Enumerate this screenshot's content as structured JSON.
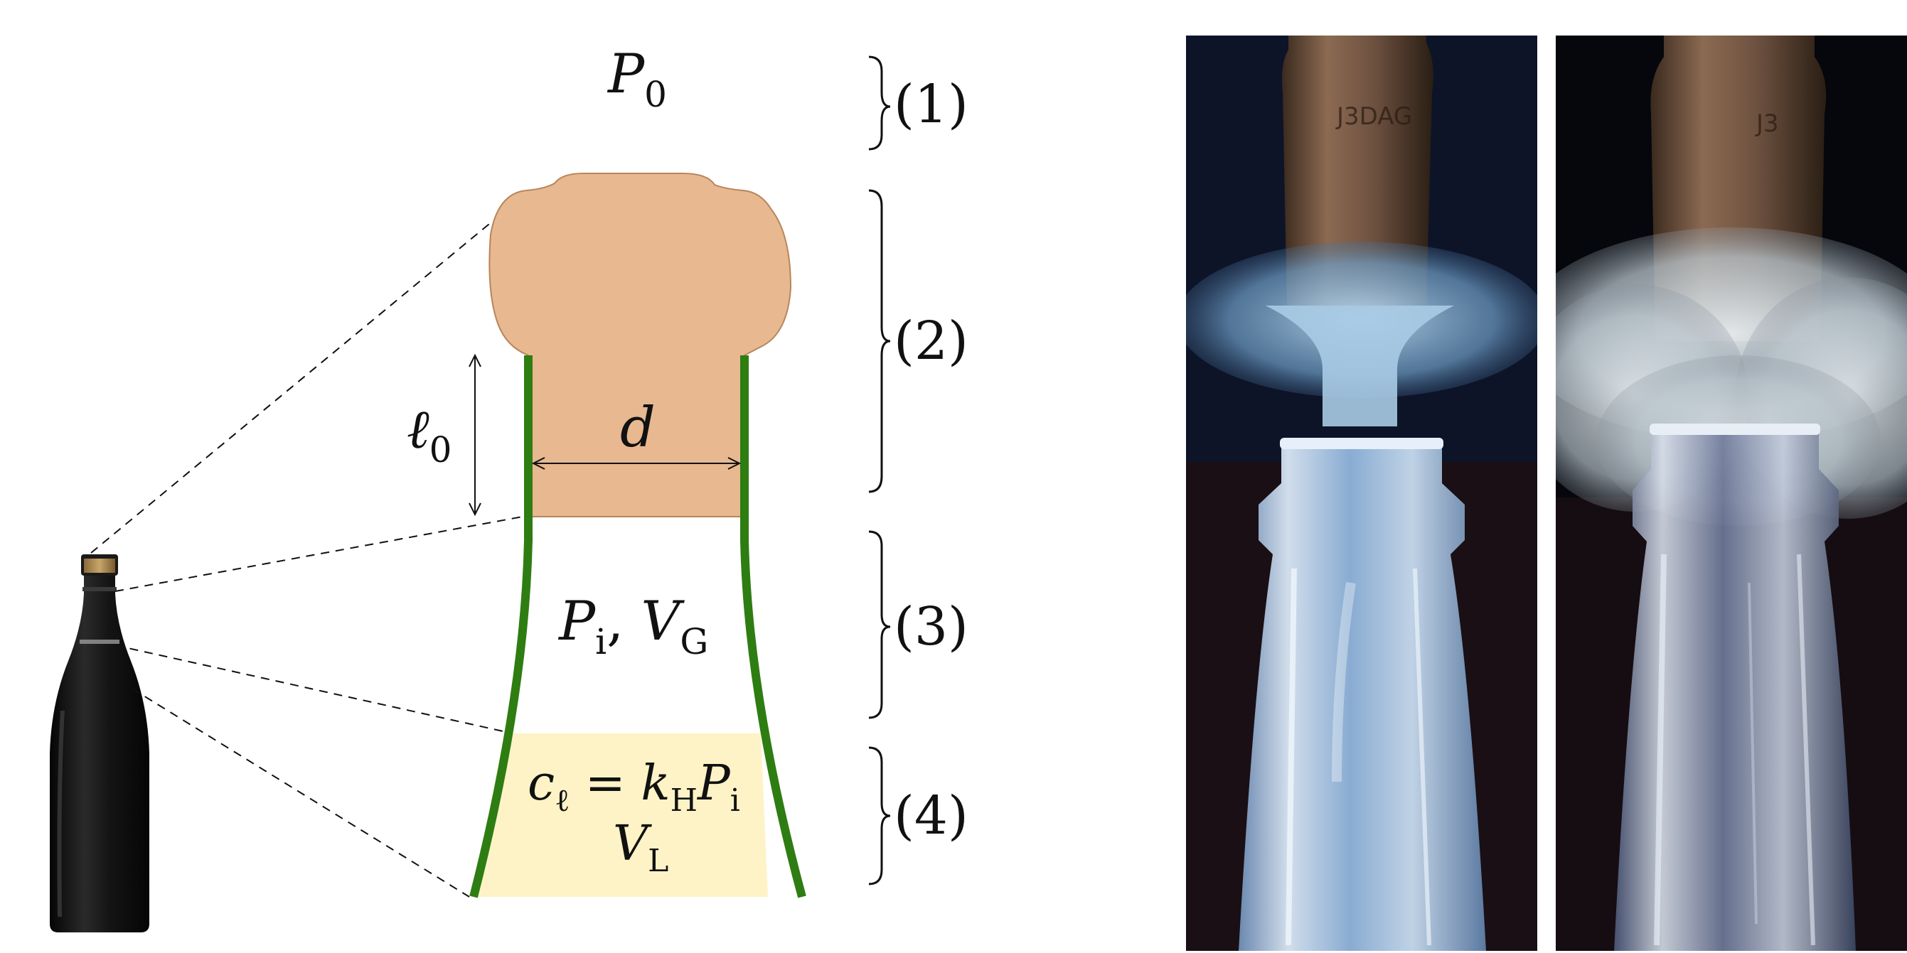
{
  "diagram": {
    "labels": {
      "ambient_pressure": {
        "symbol": "P",
        "subscript": "0"
      },
      "neck_length": {
        "symbol": "ℓ",
        "subscript": "0"
      },
      "diameter": "d",
      "headspace_pressure": {
        "symbol": "P",
        "subscript": "i"
      },
      "headspace_volume": {
        "symbol": "V",
        "subscript": "G"
      },
      "henry_lhs": {
        "symbol": "c",
        "subscript": "ℓ"
      },
      "henry_equals": "=",
      "henry_const": {
        "symbol": "k",
        "subscript": "H"
      },
      "henry_pressure": {
        "symbol": "P",
        "subscript": "i"
      },
      "liquid_volume": {
        "symbol": "V",
        "subscript": "L"
      }
    },
    "regions": [
      {
        "label": "(1)"
      },
      {
        "label": "(2)"
      },
      {
        "label": "(3)"
      },
      {
        "label": "(4)"
      }
    ],
    "colors": {
      "cork_fill": "#e8b890",
      "cork_stroke": "#b8855a",
      "bottle_wall": "#2e7d12",
      "liquid_fill": "#fdf3c6",
      "bottle_glass": "#141414"
    }
  },
  "photos": [
    {
      "id": "photo-left",
      "description_icon": "cork-pop-blue-plume-photo"
    },
    {
      "id": "photo-right",
      "description_icon": "cork-pop-white-fog-photo"
    }
  ]
}
